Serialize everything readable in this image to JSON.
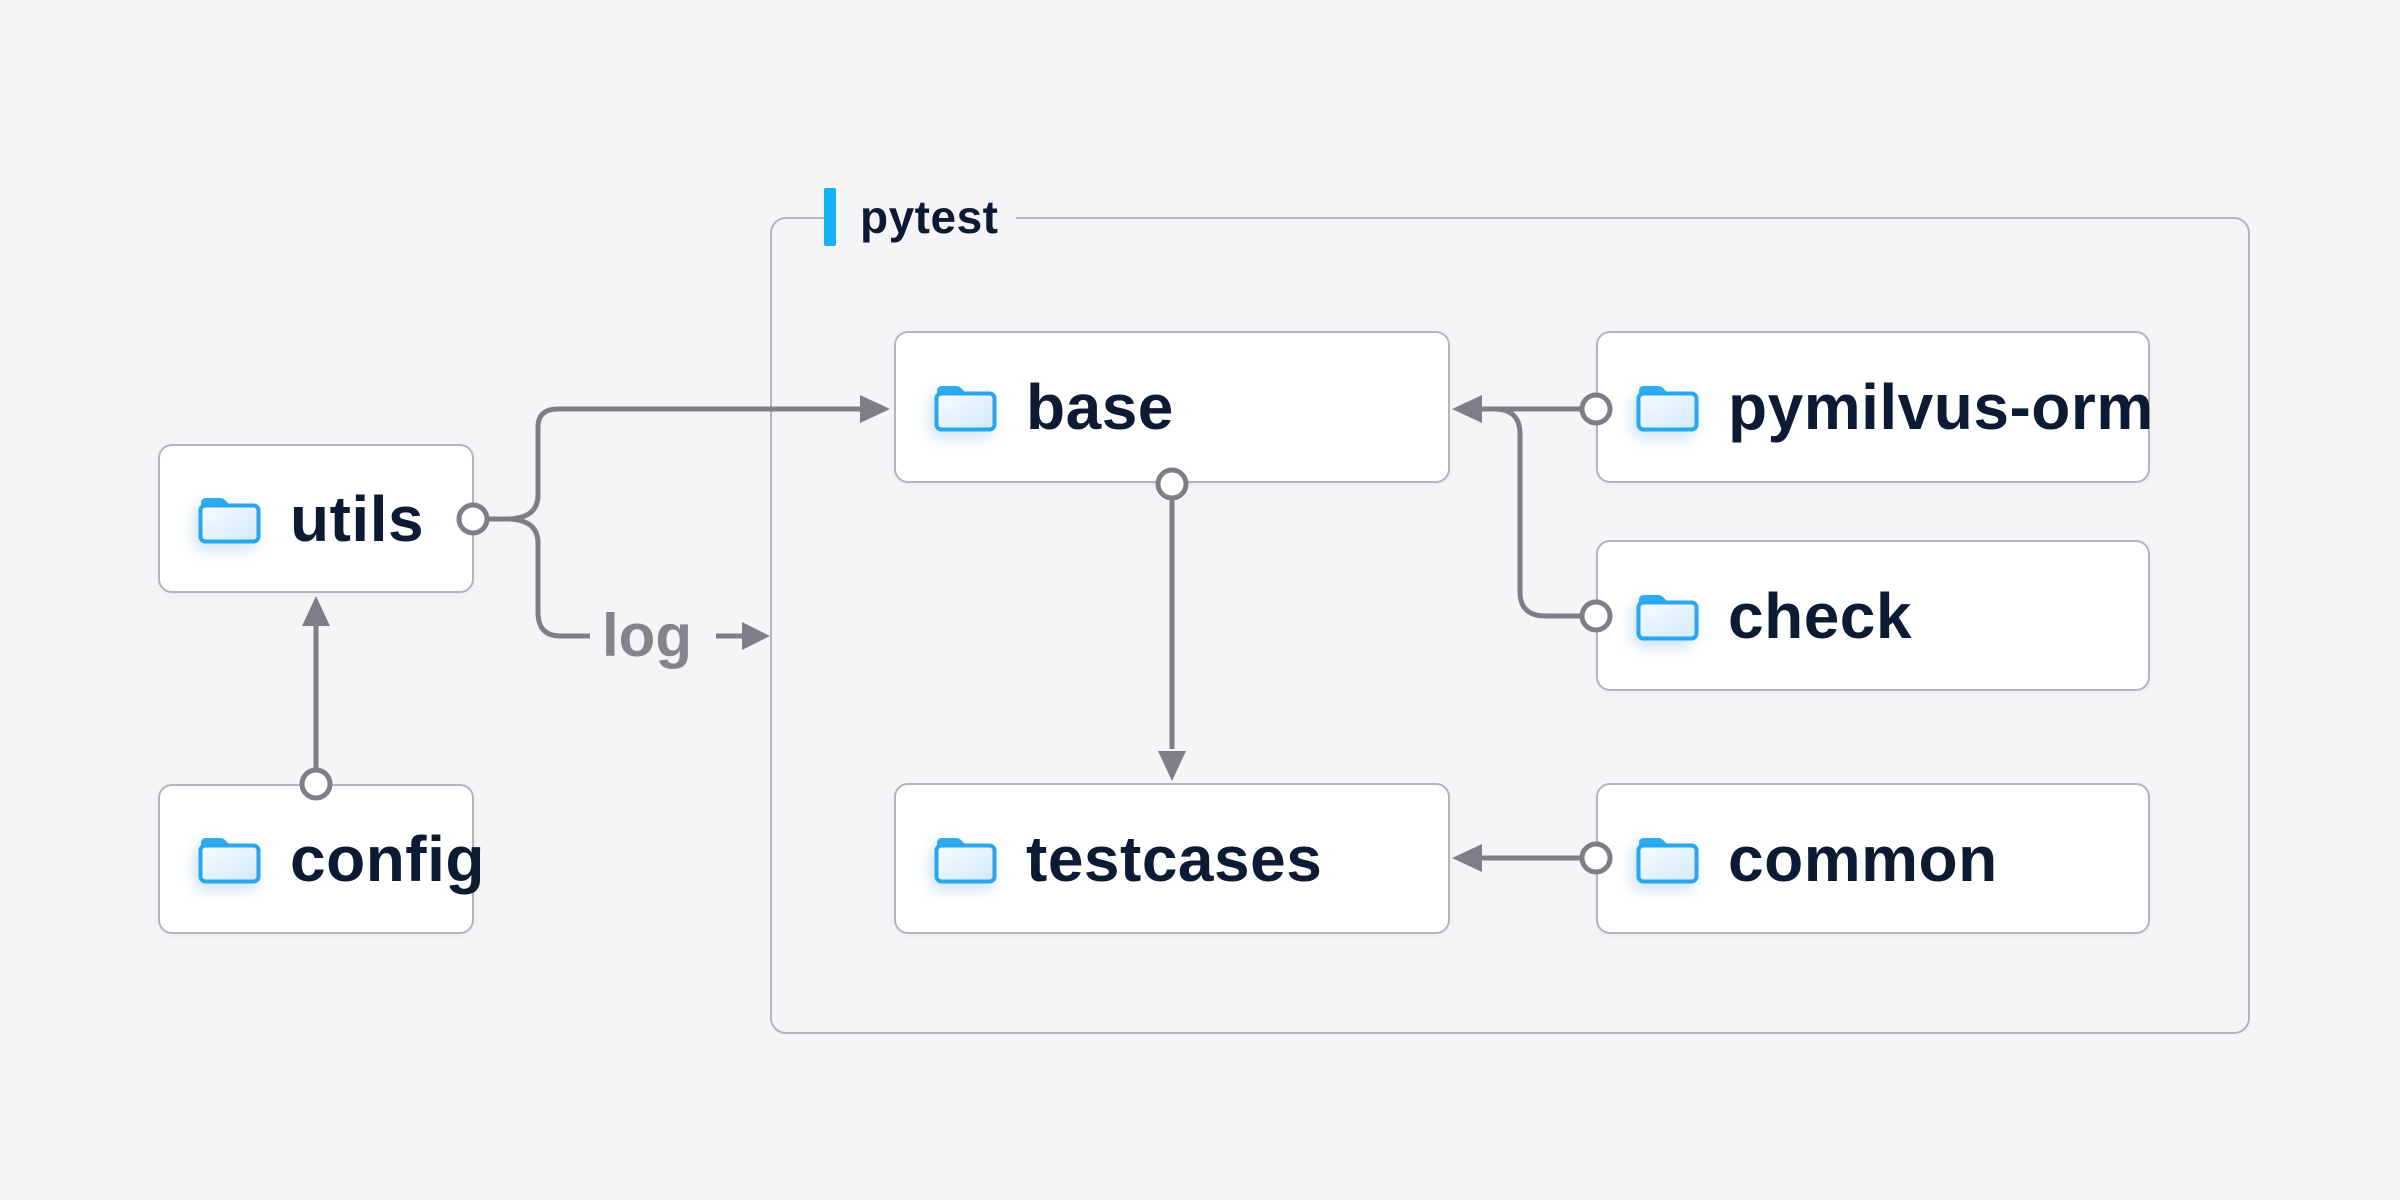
{
  "diagram": {
    "group": {
      "label": "pytest"
    },
    "nodes": [
      {
        "id": "utils",
        "label": "utils"
      },
      {
        "id": "config",
        "label": "config"
      },
      {
        "id": "base",
        "label": "base"
      },
      {
        "id": "pymilvus-orm",
        "label": "pymilvus-orm"
      },
      {
        "id": "check",
        "label": "check"
      },
      {
        "id": "testcases",
        "label": "testcases"
      },
      {
        "id": "common",
        "label": "common"
      }
    ],
    "edge_label": "log",
    "edges": [
      {
        "from": "config",
        "to": "utils"
      },
      {
        "from": "utils",
        "to": "base"
      },
      {
        "from": "utils",
        "to": "log"
      },
      {
        "from": "pymilvus-orm",
        "to": "base"
      },
      {
        "from": "check",
        "to": "base"
      },
      {
        "from": "base",
        "to": "testcases"
      },
      {
        "from": "common",
        "to": "testcases"
      }
    ],
    "icons": {
      "node_icon": "folder-icon"
    },
    "colors": {
      "background": "#f5f5f7",
      "accent_blue": "#14b1f5",
      "folder_blue": "#29a7ee",
      "line_gray": "#7e7e88",
      "text_navy": "#0d1a33",
      "muted_label_gray": "#84848e",
      "border_gray": "#b4b4bf",
      "box_fill": "#ffffff"
    }
  }
}
